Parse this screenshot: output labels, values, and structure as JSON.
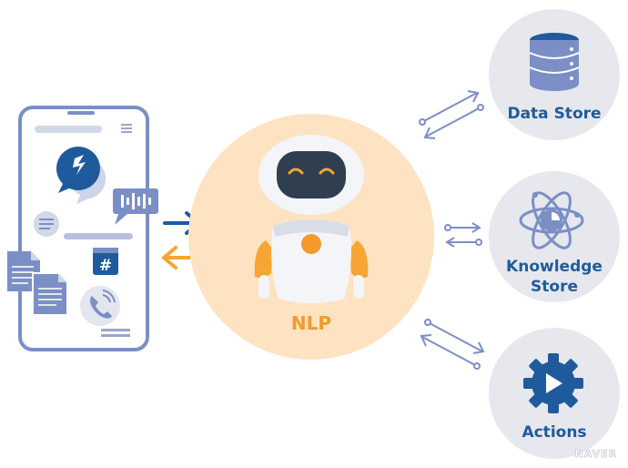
{
  "center": {
    "label": "NLP"
  },
  "nodes": {
    "data_store": {
      "label": "Data Store"
    },
    "knowledge_store": {
      "line1": "Knowledge",
      "line2": "Store"
    },
    "actions": {
      "label": "Actions"
    }
  },
  "watermark": "NAVER",
  "colors": {
    "node_circle": "#e6e8ed",
    "node_text": "#1f5b9c",
    "center_circle": "#fde3c2",
    "center_text": "#f39a2b",
    "blue_dark": "#1f5b9c",
    "blue_mid": "#7b8fc6",
    "orange": "#f7a533",
    "phone_outline": "#7b8fc6"
  },
  "icons": {
    "data_store": "database-icon",
    "knowledge_store": "atom-icon",
    "actions": "gear-play-icon",
    "chat": "chat-bubbles-icon",
    "voice": "voice-bubble-icon",
    "hashtag": "hashtag-icon",
    "phone": "phone-call-icon",
    "documents": "document-icon",
    "robot": "robot-icon"
  }
}
